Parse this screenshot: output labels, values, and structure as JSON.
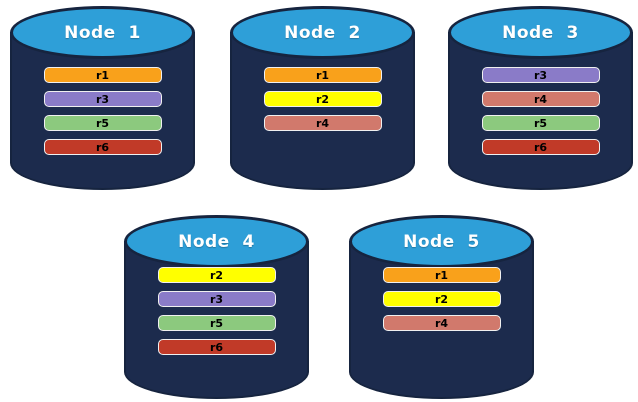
{
  "colors": {
    "background": "#FFFFFF",
    "cylinder_body": "#1C2B4D",
    "cylinder_stroke": "#16243F",
    "cylinder_top": "#2E9FD8",
    "node_title_text": "#FFFFFF",
    "bar_text": "#000000",
    "bar_border": "#F0F0F0"
  },
  "replica_palette": {
    "r1": "#F9A11B",
    "r2": "#FFFF00",
    "r3": "#8A7BC8",
    "r4": "#D1796C",
    "r5": "#8CC97E",
    "r6": "#C13A28"
  },
  "nodes": [
    {
      "title": "Node  1",
      "replicas": [
        {
          "label": "r1",
          "color": "#F9A11B"
        },
        {
          "label": "r3",
          "color": "#8A7BC8"
        },
        {
          "label": "r5",
          "color": "#8CC97E"
        },
        {
          "label": "r6",
          "color": "#C13A28"
        }
      ]
    },
    {
      "title": "Node  2",
      "replicas": [
        {
          "label": "r1",
          "color": "#F9A11B"
        },
        {
          "label": "r2",
          "color": "#FFFF00"
        },
        {
          "label": "r4",
          "color": "#D1796C"
        }
      ]
    },
    {
      "title": "Node  3",
      "replicas": [
        {
          "label": "r3",
          "color": "#8A7BC8"
        },
        {
          "label": "r4",
          "color": "#D1796C"
        },
        {
          "label": "r5",
          "color": "#8CC97E"
        },
        {
          "label": "r6",
          "color": "#C13A28"
        }
      ]
    },
    {
      "title": "Node  4",
      "replicas": [
        {
          "label": "r2",
          "color": "#FFFF00"
        },
        {
          "label": "r3",
          "color": "#8A7BC8"
        },
        {
          "label": "r5",
          "color": "#8CC97E"
        },
        {
          "label": "r6",
          "color": "#C13A28"
        }
      ]
    },
    {
      "title": "Node  5",
      "replicas": [
        {
          "label": "r1",
          "color": "#F9A11B"
        },
        {
          "label": "r2",
          "color": "#FFFF00"
        },
        {
          "label": "r4",
          "color": "#D1796C"
        }
      ]
    }
  ]
}
